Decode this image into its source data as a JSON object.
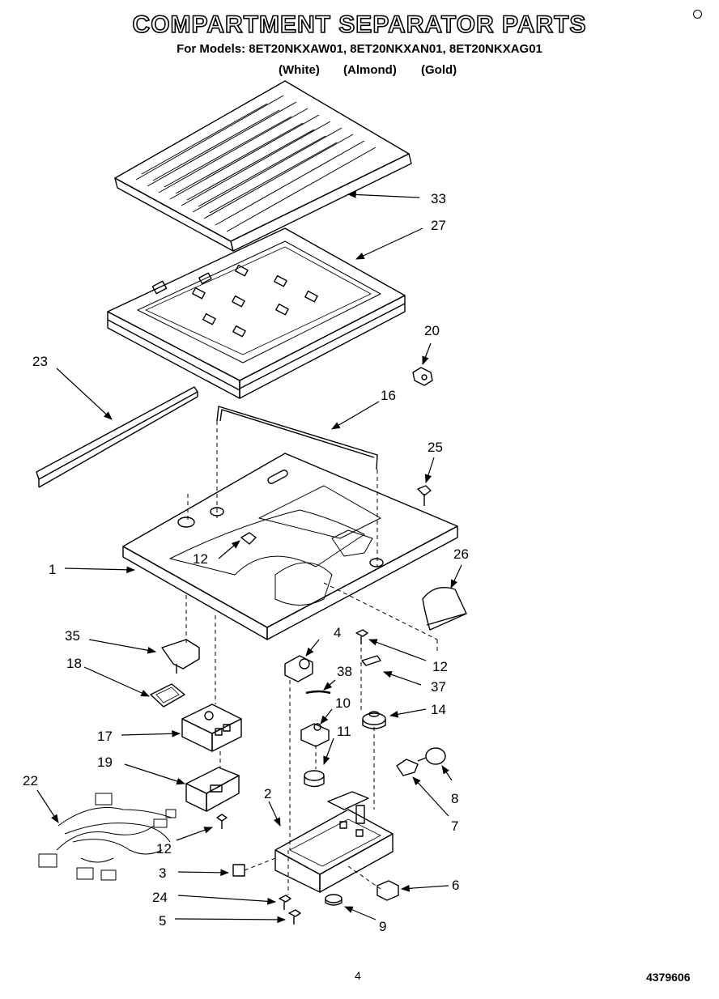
{
  "header": {
    "title": "COMPARTMENT SEPARATOR PARTS",
    "models": "For Models: 8ET20NKXAW01, 8ET20NKXAN01, 8ET20NKXAG01",
    "colors": [
      "(White)",
      "(Almond)",
      "(Gold)"
    ]
  },
  "callouts": {
    "p33": "33",
    "p27": "27",
    "p20": "20",
    "p23": "23",
    "p16": "16",
    "p25": "25",
    "p12a": "12",
    "p1": "1",
    "p26": "26",
    "p4": "4",
    "p12b": "12",
    "p35": "35",
    "p38": "38",
    "p37": "37",
    "p18": "18",
    "p10": "10",
    "p14": "14",
    "p17": "17",
    "p11": "11",
    "p19": "19",
    "p8": "8",
    "p22": "22",
    "p2": "2",
    "p7": "7",
    "p12c": "12",
    "p3": "3",
    "p6": "6",
    "p24": "24",
    "p9": "9",
    "p5": "5"
  },
  "footer": {
    "page": "4",
    "doc_code": "4379606"
  }
}
